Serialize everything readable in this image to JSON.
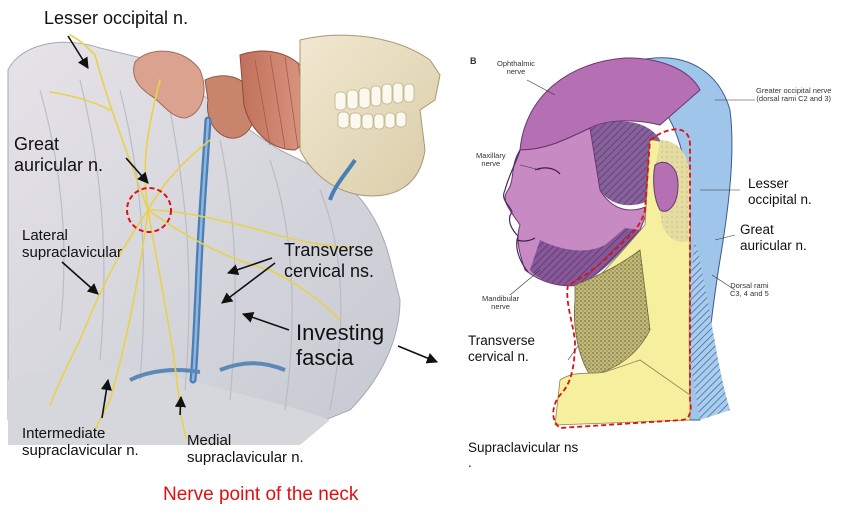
{
  "colors": {
    "accent_red": "#e01010",
    "ophthalmic": "#b56fb3",
    "maxillary": "#c78ac3",
    "greater_occipital": "#9fc6ea",
    "great_auricular": "#f6ef9e",
    "transverse_cervical": "#b4ab6a",
    "nerve_yellow": "#e8d24a",
    "vein_blue": "#4a7fb5"
  },
  "left_panel": {
    "lesser_occipital": "Lesser occipital n.",
    "great_auricular": [
      "Great",
      "auricular  n."
    ],
    "lateral_supraclavicular": [
      "Lateral",
      "supraclavicular"
    ],
    "transverse_cervical": [
      "Transverse",
      "cervical ns."
    ],
    "investing_fascia": [
      "Investing",
      "fascia"
    ],
    "intermediate_supraclavicular": [
      "Intermediate",
      "supraclavicular n."
    ],
    "medial_supraclavicular": [
      "Medial",
      "supraclavicular n."
    ]
  },
  "right_panel": {
    "panel_letter": "B",
    "ophthalmic": [
      "Ophthalmic",
      "nerve"
    ],
    "maxillary": [
      "Maxillary",
      "nerve"
    ],
    "mandibular": [
      "Mandibular",
      "nerve"
    ],
    "greater_occipital": [
      "Greater occipital nerve",
      "(dorsal rami C2 and 3)"
    ],
    "dorsal_rami": [
      "Dorsal rami",
      "C3, 4 and 5"
    ],
    "lesser_occipital": [
      "Lesser",
      "occipital n."
    ],
    "great_auricular": [
      "Great",
      "auricular n."
    ],
    "transverse_cervical": [
      "Transverse",
      "cervical n."
    ],
    "supraclavicular": "Supraclavicular ns",
    "supraclavicular_dot": "."
  },
  "title": "Nerve point of the neck"
}
